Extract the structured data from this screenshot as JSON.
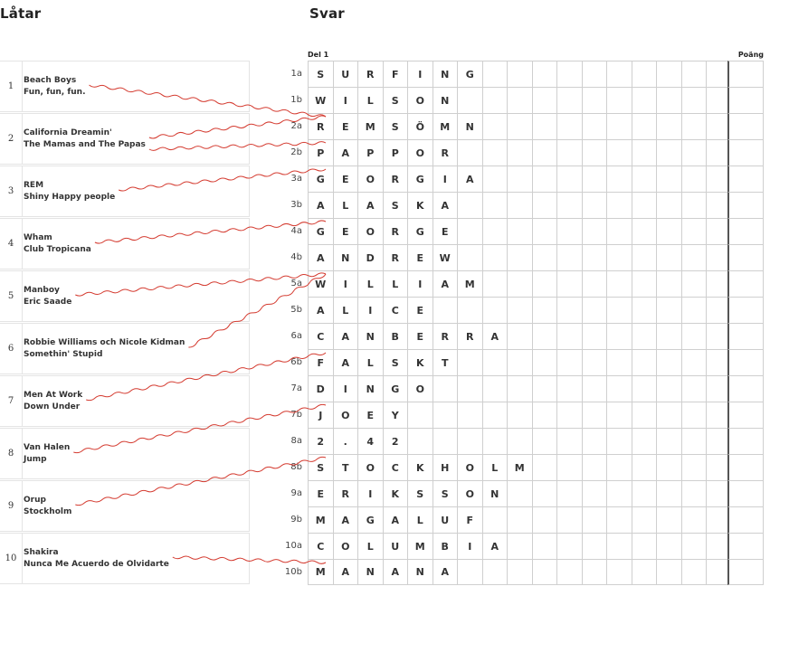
{
  "titles": {
    "songs": "Låtar",
    "answers": "Svar"
  },
  "grid": {
    "section_label": "Del 1",
    "points_label": "Poäng"
  },
  "songs": [
    {
      "num": "1",
      "artist": "Beach Boys",
      "title": "Fun, fun, fun."
    },
    {
      "num": "2",
      "artist": "California Dreamin'",
      "title": "The Mamas and The Papas"
    },
    {
      "num": "3",
      "artist": "REM",
      "title": "Shiny Happy people"
    },
    {
      "num": "4",
      "artist": "Wham",
      "title": "Club Tropicana"
    },
    {
      "num": "5",
      "artist": "Manboy",
      "title": "Eric Saade"
    },
    {
      "num": "6",
      "artist": "Robbie Williams och Nicole Kidman",
      "title": "Somethin' Stupid"
    },
    {
      "num": "7",
      "artist": "Men At Work",
      "title": "Down Under"
    },
    {
      "num": "8",
      "artist": "Van Halen",
      "title": "Jump"
    },
    {
      "num": "9",
      "artist": "Orup",
      "title": "Stockholm"
    },
    {
      "num": "10",
      "artist": "Shakira",
      "title": "Nunca Me Acuerdo de Olvidarte"
    }
  ],
  "answers": [
    {
      "label": "1a",
      "letters": [
        "S",
        "U",
        "R",
        "F",
        "I",
        "N",
        "G"
      ]
    },
    {
      "label": "1b",
      "letters": [
        "W",
        "I",
        "L",
        "S",
        "O",
        "N"
      ]
    },
    {
      "label": "2a",
      "letters": [
        "R",
        "E",
        "M",
        "S",
        "Ö",
        "M",
        "N"
      ]
    },
    {
      "label": "2b",
      "letters": [
        "P",
        "A",
        "P",
        "P",
        "O",
        "R"
      ]
    },
    {
      "label": "3a",
      "letters": [
        "G",
        "E",
        "O",
        "R",
        "G",
        "I",
        "A"
      ]
    },
    {
      "label": "3b",
      "letters": [
        "A",
        "L",
        "A",
        "S",
        "K",
        "A"
      ]
    },
    {
      "label": "4a",
      "letters": [
        "G",
        "E",
        "O",
        "R",
        "G",
        "E"
      ]
    },
    {
      "label": "4b",
      "letters": [
        "A",
        "N",
        "D",
        "R",
        "E",
        "W"
      ]
    },
    {
      "label": "5a",
      "letters": [
        "W",
        "I",
        "L",
        "L",
        "I",
        "A",
        "M"
      ]
    },
    {
      "label": "5b",
      "letters": [
        "A",
        "L",
        "I",
        "C",
        "E"
      ]
    },
    {
      "label": "6a",
      "letters": [
        "C",
        "A",
        "N",
        "B",
        "E",
        "R",
        "R",
        "A"
      ]
    },
    {
      "label": "6b",
      "letters": [
        "F",
        "A",
        "L",
        "S",
        "K",
        "T"
      ]
    },
    {
      "label": "7a",
      "letters": [
        "D",
        "I",
        "N",
        "G",
        "O"
      ]
    },
    {
      "label": "7b",
      "letters": [
        "J",
        "O",
        "E",
        "Y"
      ]
    },
    {
      "label": "8a",
      "letters": [
        "2",
        ".",
        "4",
        "2"
      ]
    },
    {
      "label": "8b",
      "letters": [
        "S",
        "T",
        "O",
        "C",
        "K",
        "H",
        "O",
        "L",
        "M"
      ]
    },
    {
      "label": "9a",
      "letters": [
        "E",
        "R",
        "I",
        "K",
        "S",
        "S",
        "O",
        "N"
      ]
    },
    {
      "label": "9b",
      "letters": [
        "M",
        "A",
        "G",
        "A",
        "L",
        "U",
        "F"
      ]
    },
    {
      "label": "10a",
      "letters": [
        "C",
        "O",
        "L",
        "U",
        "M",
        "B",
        "I",
        "A"
      ]
    },
    {
      "label": "10b",
      "letters": [
        "M",
        "A",
        "N",
        "A",
        "N",
        "A"
      ]
    }
  ],
  "connections": [
    {
      "song": 1,
      "answer": "2a"
    },
    {
      "song": 2,
      "answer": "2b"
    },
    {
      "song": 2,
      "answer": "2a"
    },
    {
      "song": 3,
      "answer": "3a"
    },
    {
      "song": 4,
      "answer": "4a"
    },
    {
      "song": 5,
      "answer": "5a"
    },
    {
      "song": 6,
      "answer": "5a"
    },
    {
      "song": 7,
      "answer": "6b"
    },
    {
      "song": 8,
      "answer": "7b"
    },
    {
      "song": 9,
      "answer": "8b"
    },
    {
      "song": 10,
      "answer": "10b"
    }
  ],
  "colors": {
    "connection": "#d43a2f",
    "grid_line": "#cfcfcf",
    "points_divider": "#555555"
  }
}
